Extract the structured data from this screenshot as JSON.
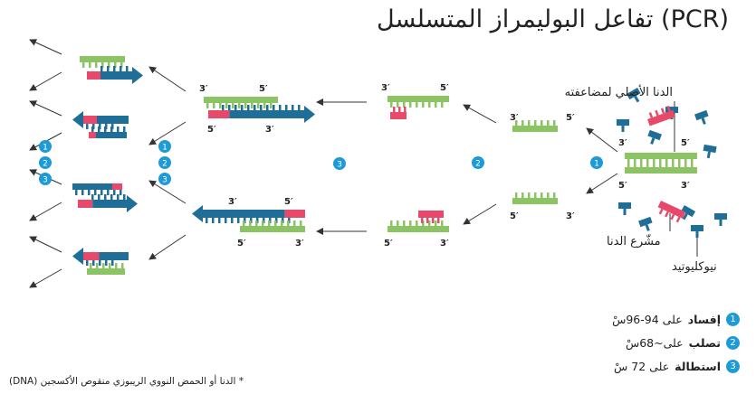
{
  "title": "تفاعل البوليمراز المتسلسل (PCR)",
  "labels": {
    "original_dna": "الدنا الأصلي لمضاعفته",
    "primer": "مشّرع الدنا",
    "nucleotide": "نيوكليوتيد",
    "prime3": "3′",
    "prime5": "5′"
  },
  "steps": [
    {
      "num": "1",
      "name": "إفساد",
      "detail": "على 94-96سْ"
    },
    {
      "num": "2",
      "name": "تصلب",
      "detail": "على~68سْ"
    },
    {
      "num": "3",
      "name": "استطالة",
      "detail": "على 72 سْ"
    }
  ],
  "footnote": "* الدنا أو الحمض النووي الريبوزي منقوص الأكسجين (DNA)",
  "colors": {
    "template": "#8cc363",
    "primer": "#e8496b",
    "new_strand": "#1f6e97",
    "step_badge": "#1d9bd7",
    "arrow": "#333333"
  }
}
